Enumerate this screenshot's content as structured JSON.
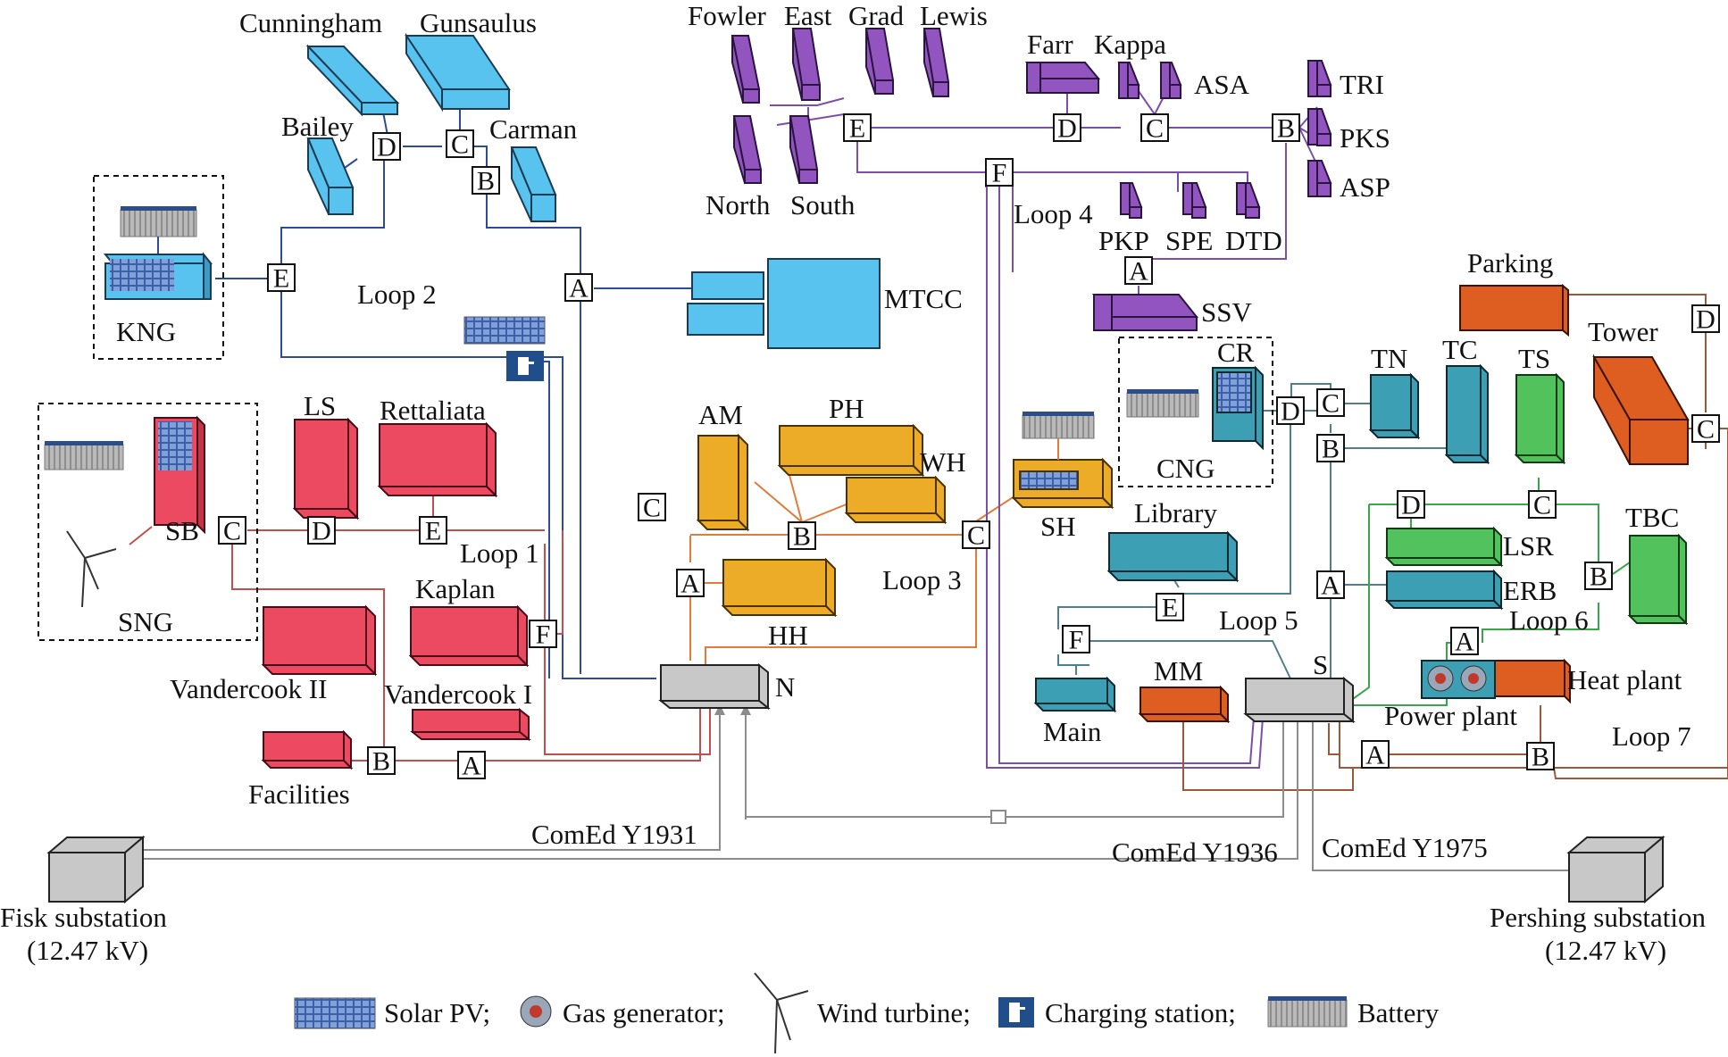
{
  "colors": {
    "loop1": "#c0504d",
    "loop2": "#2e4a9c",
    "loop3": "#e07b39",
    "loop4": "#7b4fa8",
    "loop5": "#4f7f8f",
    "loop6": "#3aa64a",
    "loop7": "#9a5a3a",
    "feeder": "#8c8c8c",
    "blue_bldg": "#57c3ee",
    "purple_bldg": "#9254bf",
    "red_bldg": "#ec4a61",
    "orange_bldg": "#ecac27",
    "teal_bldg": "#3d9fb3",
    "green_bldg": "#52c25c",
    "dark_orange_bldg": "#de5d21",
    "gray_bldg": "#c8c8c8"
  },
  "loops": {
    "loop1": "Loop 1",
    "loop2": "Loop 2",
    "loop3": "Loop 3",
    "loop4": "Loop 4",
    "loop5": "Loop 5",
    "loop6": "Loop 6",
    "loop7": "Loop 7"
  },
  "buildings": {
    "cunningham": "Cunningham",
    "gunsaulus": "Gunsaulus",
    "bailey": "Bailey",
    "carman": "Carman",
    "kng": "KNG",
    "mtcc": "MTCC",
    "fowler": "Fowler",
    "east": "East",
    "grad": "Grad",
    "lewis": "Lewis",
    "north": "North",
    "south": "South",
    "farr": "Farr",
    "kappa": "Kappa",
    "asa": "ASA",
    "tri": "TRI",
    "pks": "PKS",
    "asp": "ASP",
    "pkp": "PKP",
    "spe": "SPE",
    "dtd": "DTD",
    "ssv": "SSV",
    "ls": "LS",
    "rettaliata": "Rettaliata",
    "sb": "SB",
    "sng": "SNG",
    "kaplan": "Kaplan",
    "vandercook2": "Vandercook II",
    "vandercook1": "Vandercook I",
    "facilities": "Facilities",
    "am": "AM",
    "ph": "PH",
    "wh": "WH",
    "hh": "HH",
    "sh": "SH",
    "n": "N",
    "cr": "CR",
    "cng": "CNG",
    "library": "Library",
    "main": "Main",
    "mm": "MM",
    "s": "S",
    "tn": "TN",
    "tc": "TC",
    "ts": "TS",
    "lsr": "LSR",
    "erb": "ERB",
    "tbc": "TBC",
    "parking": "Parking",
    "tower": "Tower",
    "heat_plant": "Heat plant",
    "power_plant": "Power plant"
  },
  "switches": {
    "l2_d": "D",
    "l2_c": "C",
    "l2_b": "B",
    "l2_e": "E",
    "l2_a": "A",
    "l4_e": "E",
    "l4_d": "D",
    "l4_c": "C",
    "l4_b": "B",
    "l4_f": "F",
    "l4_a": "A",
    "l1_c": "C",
    "l1_d": "D",
    "l1_e": "E",
    "l1_f": "F",
    "l1_b": "B",
    "l1_a": "A",
    "l3_c_iso": "C",
    "l3_b": "B",
    "l3_a": "A",
    "l3_c": "C",
    "l5_d": "D",
    "l5_c": "C",
    "l5_b": "B",
    "l5_a": "A",
    "l5_e": "E",
    "l5_f": "F",
    "l6_d": "D",
    "l6_c": "C",
    "l6_b": "B",
    "l6_a": "A",
    "l7_d": "D",
    "l7_c": "C",
    "l7_a": "A",
    "l7_b": "B"
  },
  "feeders": {
    "y1931": "ComEd Y1931",
    "y1936": "ComEd Y1936",
    "y1975": "ComEd Y1975",
    "fisk_name": "Fisk substation",
    "fisk_kv": "(12.47 kV)",
    "pershing_name": "Pershing substation",
    "pershing_kv": "(12.47 kV)"
  },
  "legend": {
    "solar": "Solar PV;",
    "gas": "Gas generator;",
    "wind": "Wind turbine;",
    "charging": "Charging station;",
    "battery": "Battery"
  },
  "icons": [
    "solar-pv-icon",
    "gas-generator-icon",
    "wind-turbine-icon",
    "charging-station-icon",
    "battery-icon"
  ]
}
